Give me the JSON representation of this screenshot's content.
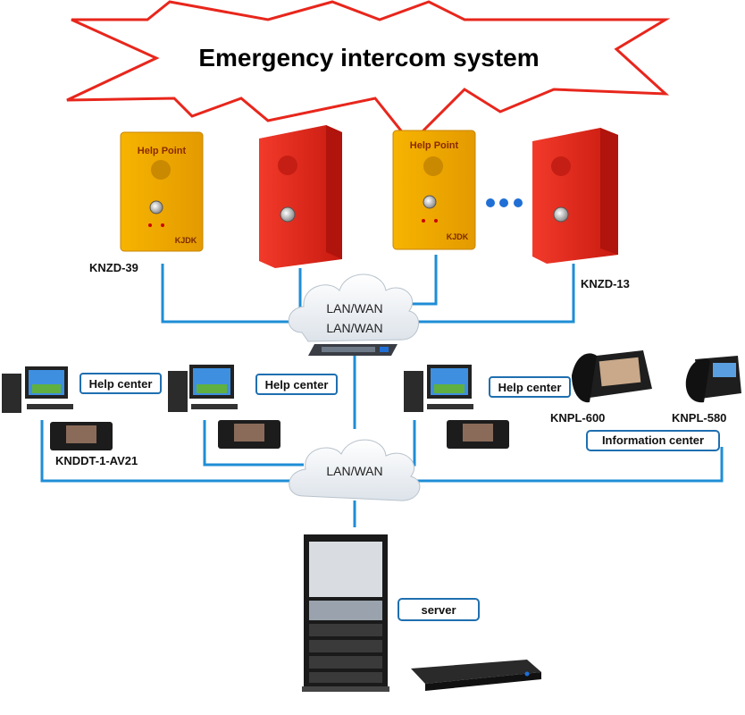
{
  "title": "Emergency intercom system",
  "devices": {
    "help_point_label": "Help Point",
    "knzd39": "KNZD-39",
    "knzd13": "KNZD-13",
    "knddt": "KNDDT-1-AV21",
    "knpl600": "KNPL-600",
    "knpl580": "KNPL-580"
  },
  "clouds": {
    "top_line1": "LAN/WAN",
    "top_line2": "LAN/WAN",
    "bottom": "LAN/WAN"
  },
  "bubbles": {
    "help_center_1": "Help center",
    "help_center_2": "Help center",
    "help_center_3": "Help center",
    "information_center": "Information center",
    "server": "server"
  },
  "colors": {
    "line": "#1f8dd6",
    "yellow_panel": "#f2a900",
    "red_panel": "#e8261c",
    "bubble_border": "#1f6fb0"
  }
}
